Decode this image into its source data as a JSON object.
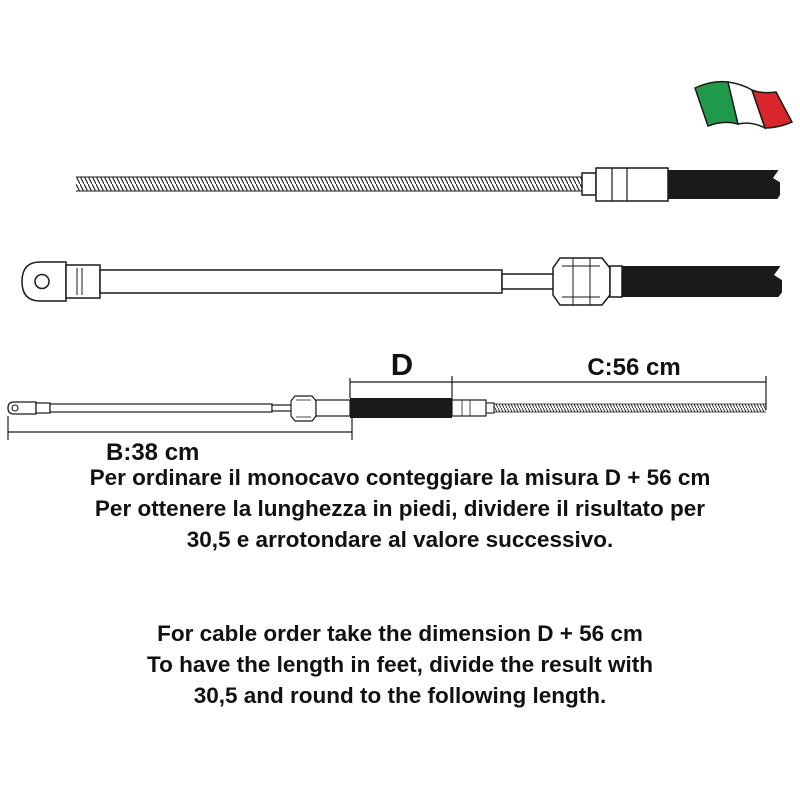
{
  "dimensions": {
    "d_label": "D",
    "c_label": "C:56 cm",
    "b_label": "B:38 cm"
  },
  "instructions_it": {
    "line1": "Per ordinare il monocavo conteggiare la misura D + 56 cm",
    "line2": "Per ottenere la lunghezza in piedi, dividere il risultato per",
    "line3": "30,5 e arrotondare al valore successivo."
  },
  "instructions_en": {
    "line1": "For cable order take the dimension D + 56 cm",
    "line2": "To have the length in feet, divide the result with",
    "line3": "30,5 and round to the following length."
  },
  "colors": {
    "flag_green": "#1f9a4a",
    "flag_white": "#ffffff",
    "flag_red": "#d8262b",
    "outline": "#1a1a1a",
    "jacket": "#1a1a1a"
  }
}
